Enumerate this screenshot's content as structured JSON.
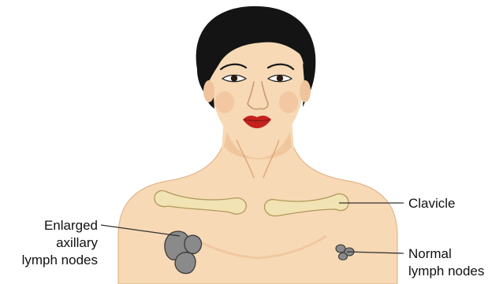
{
  "labels": {
    "clavicle": "Clavicle",
    "enlarged_line1": "Enlarged",
    "enlarged_line2": "axillary",
    "enlarged_line3": "lymph nodes",
    "normal_line1": "Normal",
    "normal_line2": "lymph nodes"
  },
  "colors": {
    "skin": "#f7d9b6",
    "skin_shadow": "#e9b98e",
    "hair": "#141414",
    "lips": "#c4221c",
    "bone": "#f2e3b4",
    "bone_outline": "#b09a5c",
    "node_fill": "#8a8a8a",
    "node_outline": "#3a3a3a",
    "leader_line": "#333333"
  }
}
